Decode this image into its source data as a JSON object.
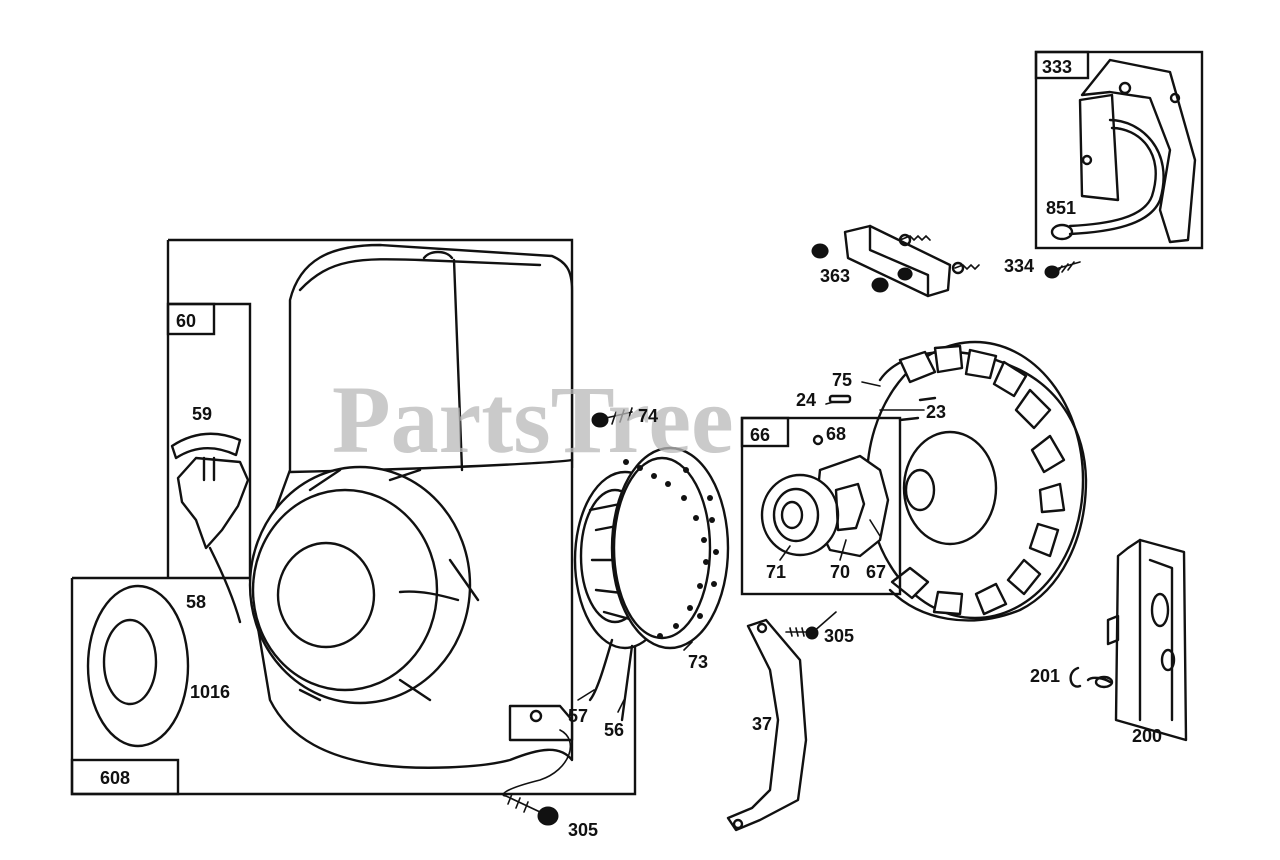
{
  "watermark": "PartsTree",
  "part_labels": {
    "p333": "333",
    "p851": "851",
    "p363": "363",
    "p334": "334",
    "p60": "60",
    "p59": "59",
    "p74": "74",
    "p75": "75",
    "p24": "24",
    "p23": "23",
    "p66": "66",
    "p68": "68",
    "p71": "71",
    "p70": "70",
    "p67": "67",
    "p58": "58",
    "p1016": "1016",
    "p608": "608",
    "p57": "57",
    "p56": "56",
    "p73": "73",
    "p305a": "305",
    "p305b": "305",
    "p37": "37",
    "p201": "201",
    "p200": "200"
  }
}
